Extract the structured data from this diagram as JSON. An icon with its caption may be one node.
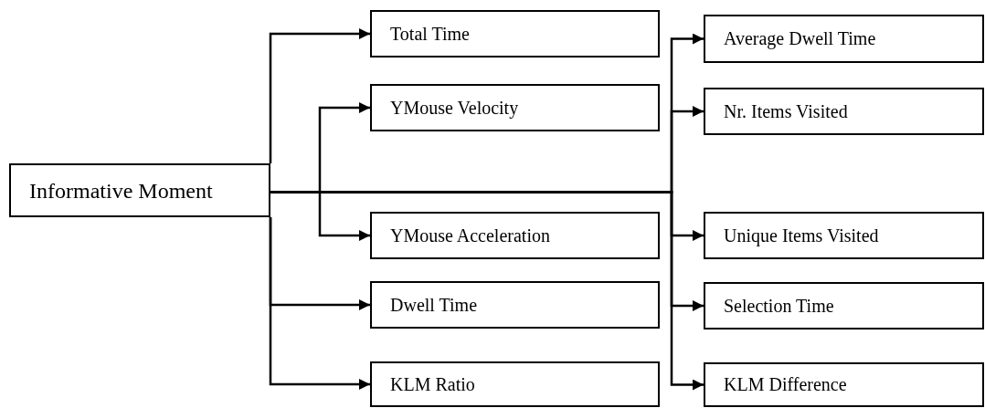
{
  "diagram": {
    "nodes": [
      {
        "text": [
          "Informative Moment"
        ]
      },
      {
        "text": [
          "Total Time"
        ]
      },
      {
        "text": [
          "YMouse Velocity"
        ]
      },
      {
        "text": [
          "YMouse Acceleration"
        ]
      },
      {
        "text": [
          "Dwell Time"
        ]
      },
      {
        "text": [
          "KLM Ratio"
        ]
      },
      {
        "text": [
          "Average Dwell Time"
        ]
      },
      {
        "text": [
          "Nr. Items Visited"
        ]
      },
      {
        "text": [
          "Unique Items Visited"
        ]
      },
      {
        "text": [
          "Selection Time"
        ]
      },
      {
        "text": [
          "KLM Difference"
        ]
      }
    ],
    "edges": [
      {
        "from": 0,
        "to": 1,
        "arrow": "to"
      },
      {
        "from": 0,
        "to": 2,
        "arrow": "to"
      },
      {
        "from": 0,
        "to": 3,
        "arrow": "to"
      },
      {
        "from": 0,
        "to": 4,
        "arrow": "to"
      },
      {
        "from": 0,
        "to": 5,
        "arrow": "to"
      },
      {
        "from": 0,
        "to": 6,
        "arrow": "to"
      },
      {
        "from": 0,
        "to": 7,
        "arrow": "to"
      },
      {
        "from": 0,
        "to": 8,
        "arrow": "to"
      },
      {
        "from": 0,
        "to": 9,
        "arrow": "to"
      },
      {
        "from": 0,
        "to": 10,
        "arrow": "to"
      }
    ]
  }
}
